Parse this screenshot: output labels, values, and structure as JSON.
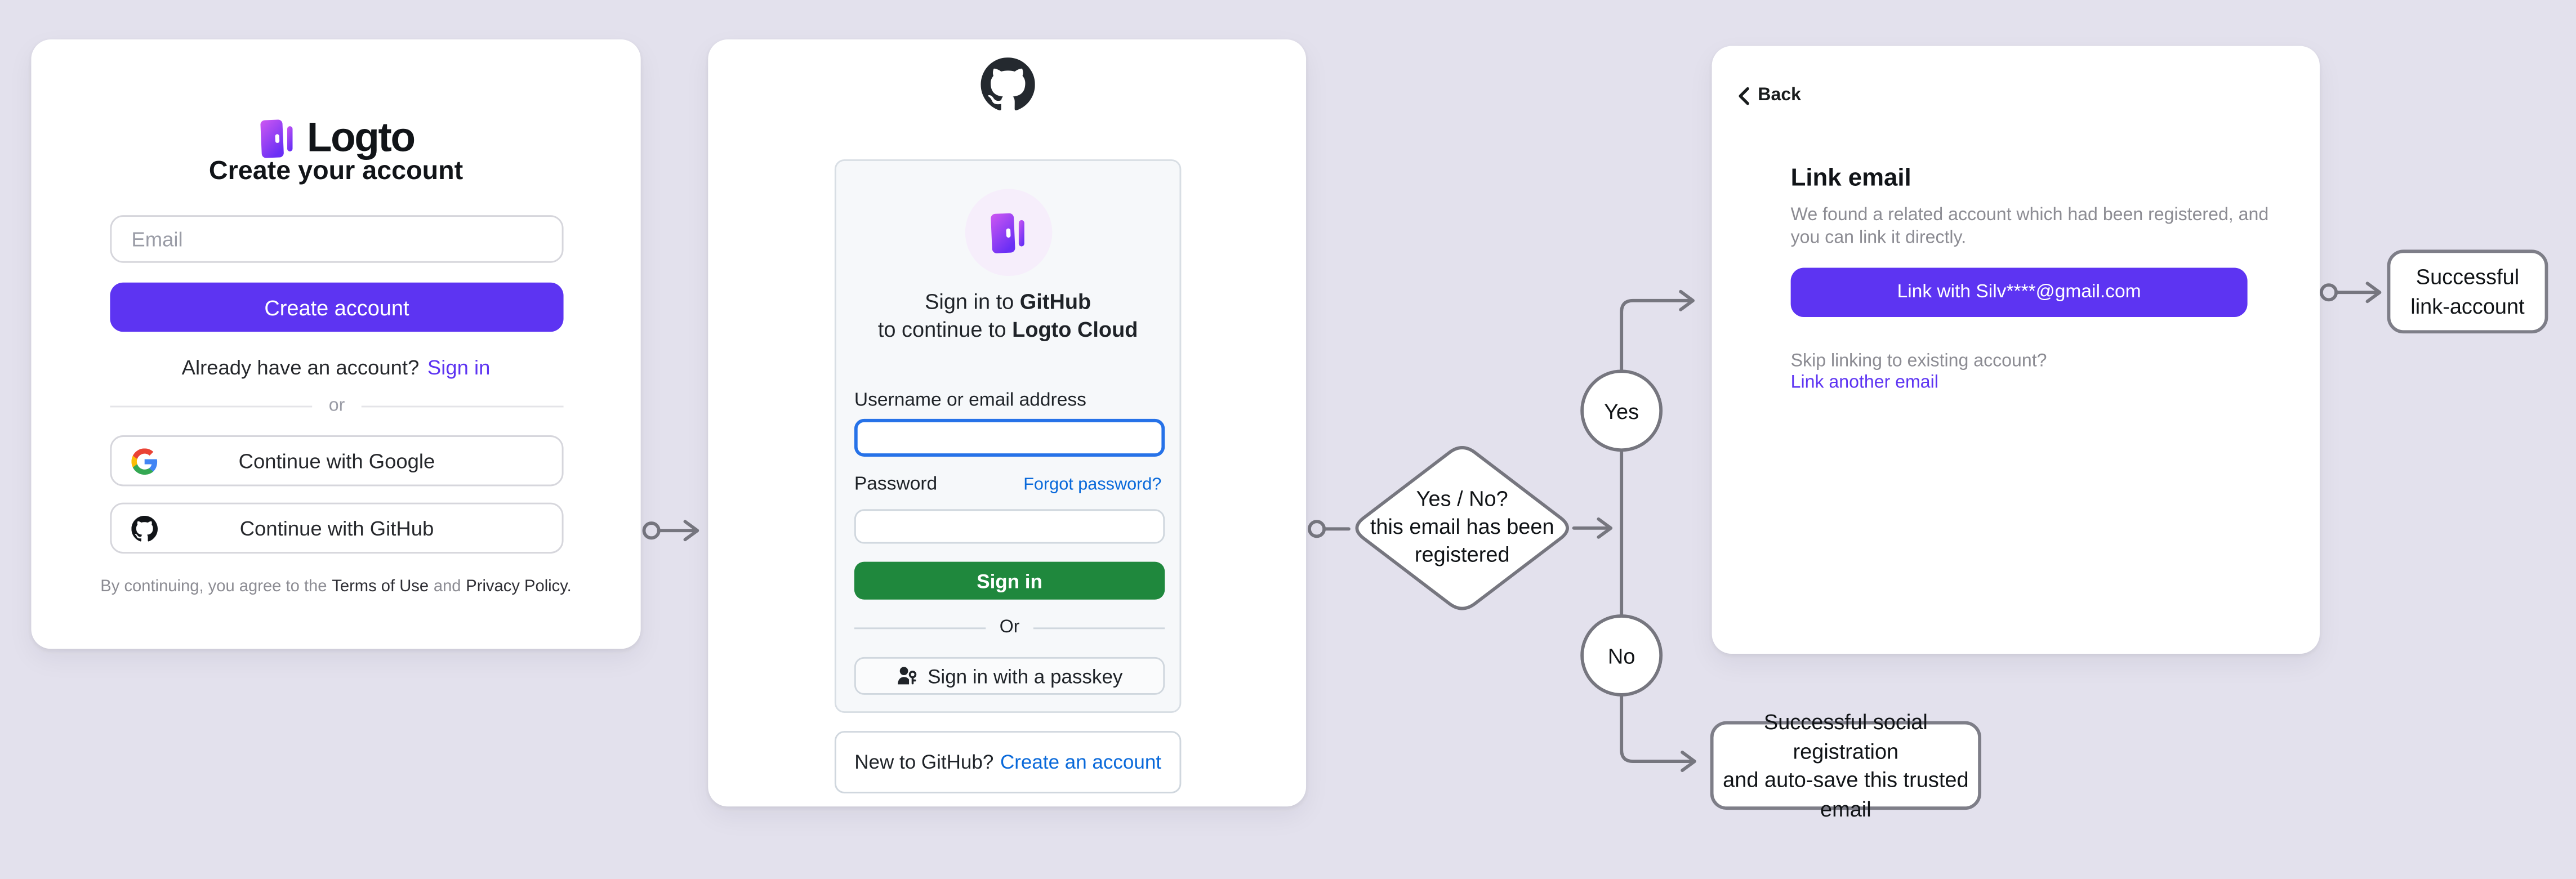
{
  "background_color": "#e3e1ed",
  "colors": {
    "accent_purple": "#5d34f2",
    "github_green": "#1f883d",
    "github_link_blue": "#0969da",
    "focus_border_blue": "#2672e8",
    "flow_line_gray": "#76767f"
  },
  "signup_panel": {
    "logo_icon": "logto-door-icon",
    "brand_name": "Logto",
    "title": "Create your account",
    "email_input": {
      "value": "",
      "placeholder": "Email"
    },
    "create_account_button": "Create account",
    "have_account_text": "Already have an account?",
    "sign_in_link": "Sign in",
    "divider_label": "or",
    "google_button": {
      "icon": "google-icon",
      "label": "Continue with Google"
    },
    "github_button": {
      "icon": "github-icon",
      "label": "Continue with GitHub"
    },
    "terms": {
      "prefix": "By continuing, you agree to the",
      "terms_link": "Terms of Use",
      "conjunction": "and",
      "privacy_link": "Privacy Policy."
    }
  },
  "github_signin_panel": {
    "logo_icon": "github-octocat-icon",
    "card_icon": "logto-door-icon",
    "heading": {
      "line1_normal": "Sign in to",
      "line1_bold": "GitHub",
      "line2_normal": "to continue to",
      "line2_bold": "Logto Cloud"
    },
    "username_label": "Username or email address",
    "username_input": {
      "value": ""
    },
    "password_label": "Password",
    "forgot_password_link": "Forgot password?",
    "password_input": {
      "value": ""
    },
    "sign_in_button": "Sign in",
    "divider_label": "Or",
    "passkey_button": {
      "icon": "passkey-icon",
      "label": "Sign in with a passkey"
    },
    "footer": {
      "prompt": "New to GitHub?",
      "create_account_link": "Create an account"
    }
  },
  "link_email_panel": {
    "back_button": {
      "icon": "chevron-left-icon",
      "label": "Back"
    },
    "title": "Link email",
    "description": "We found a related account which had been registered, and you can link it directly.",
    "link_button": "Link with Silv****@gmail.com",
    "skip_text": "Skip linking to existing account?",
    "link_another_email_link": "Link another email"
  },
  "flowchart": {
    "decision_lines": [
      "Yes / No?",
      "this email has been",
      "registered"
    ],
    "yes_label": "Yes",
    "no_label": "No",
    "success_link_account": "Successful link-account",
    "success_social_lines": [
      "Successful social registration",
      "and auto-save this trusted email"
    ]
  }
}
